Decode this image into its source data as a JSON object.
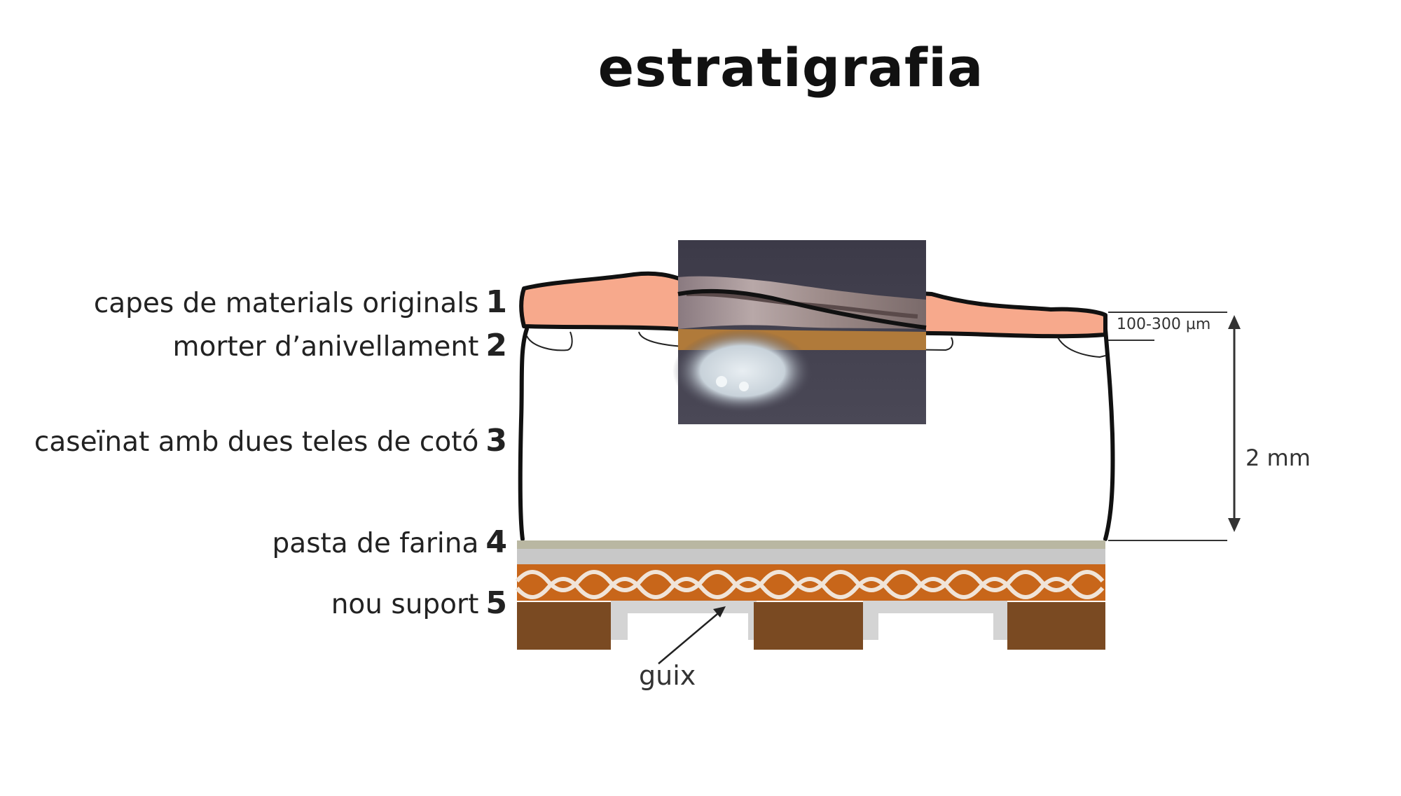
{
  "title": "estratigrafia",
  "layers": [
    {
      "label": "capes de materials originals",
      "number": "1"
    },
    {
      "label": "morter d’anivellament",
      "number": "2"
    },
    {
      "label": "caseïnat amb dues teles de cotó",
      "number": "3"
    },
    {
      "label": "pasta de farina",
      "number": "4"
    },
    {
      "label": "nou suport",
      "number": "5"
    }
  ],
  "annotations": {
    "thin_dimension": "100-300 µm",
    "thick_dimension": "2 mm",
    "plaster_label": "guix"
  },
  "colors": {
    "original_layers": "#F7A98C",
    "flour_paste": "#B9B7A2",
    "gauze_gray": "#C8C8C8",
    "fabric_orange": "#C8661A",
    "support_brown": "#7A4A22",
    "plaster": "#D4D4D4"
  }
}
